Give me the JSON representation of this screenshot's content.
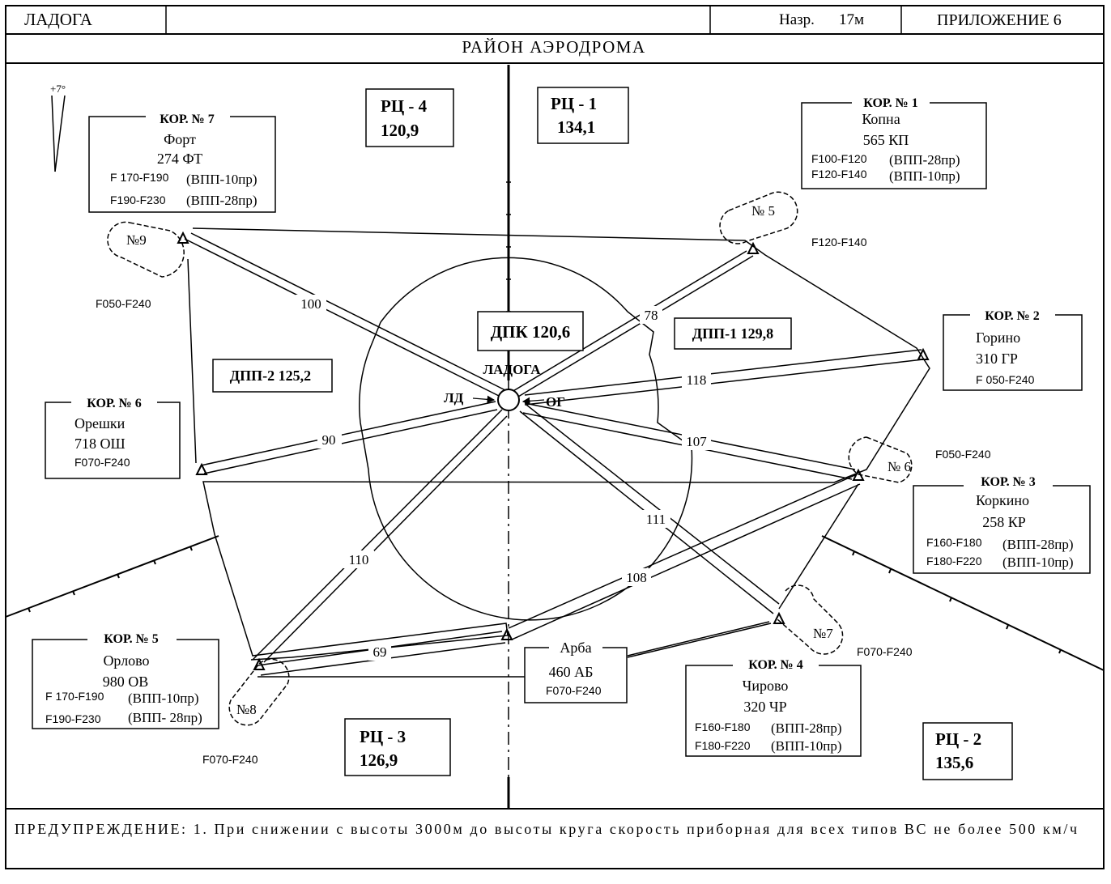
{
  "header": {
    "left": "ЛАДОГА",
    "naz_label": "Назр.",
    "naz_value": "17м",
    "right": "ПРИЛОЖЕНИЕ 6"
  },
  "title": "РАЙОН АЭРОДРОМА",
  "variation": "+7°",
  "center": {
    "name": "ЛАДОГА",
    "ld": "ЛД",
    "og": "ОГ"
  },
  "sectors": [
    {
      "name": "РЦ - 4",
      "freq": "120,9"
    },
    {
      "name": "РЦ - 1",
      "freq": "134,1"
    },
    {
      "name": "РЦ - 3",
      "freq": "126,9"
    },
    {
      "name": "РЦ - 2",
      "freq": "135,6"
    }
  ],
  "dpk": "ДПК 120,6",
  "dpp1": "ДПП-1 129,8",
  "dpp2": "ДПП-2 125,2",
  "kor": [
    {
      "title": "КОР. № 1",
      "name": "Копна",
      "code": "565 КП",
      "l1a": "F100-F120",
      "l1b": "(ВПП-28пр)",
      "l2a": "F120-F140",
      "l2b": "(ВПП-10пр)"
    },
    {
      "title": "КОР. № 2",
      "name": "Горино",
      "code": "310 ГР",
      "l1a": "F 050-F240"
    },
    {
      "title": "КОР. № 3",
      "name": "Коркино",
      "code": "258 КР",
      "l1a": "F160-F180",
      "l1b": "(ВПП-28пр)",
      "l2a": "F180-F220",
      "l2b": "(ВПП-10пр)"
    },
    {
      "title": "КОР. № 4",
      "name": "Чирово",
      "code": "320 ЧР",
      "l1a": "F160-F180",
      "l1b": "(ВПП-28пр)",
      "l2a": "F180-F220",
      "l2b": "(ВПП-10пр)"
    },
    {
      "title": "КОР. № 5",
      "name": "Орлово",
      "code": "980 ОВ",
      "l1a": "F 170-F190",
      "l1b": "(ВПП-10пр)",
      "l2a": "F190-F230",
      "l2b": "(ВПП- 28пр)"
    },
    {
      "title": "КОР. № 6",
      "name": "Орешки",
      "code": "718 ОШ",
      "l1a": "F070-F240"
    },
    {
      "title": "КОР. № 7",
      "name": "Форт",
      "code": "274 ФТ",
      "l1a": "F 170-F190",
      "l1b": "(ВПП-10пр)",
      "l2a": "F190-F230",
      "l2b": "(ВПП-28пр)"
    }
  ],
  "arba": {
    "name": "Арба",
    "code": "460 АБ",
    "levels": "F070-F240"
  },
  "holds": [
    "№9",
    "№ 5",
    "№ 6",
    "№7",
    "№8"
  ],
  "hold_levels": {
    "h9": "F050-F240",
    "h5": "F120-F140",
    "h6": "F050-F240",
    "h7": "F070-F240",
    "h8": "F070-F240"
  },
  "tracks": [
    "100",
    "78",
    "118",
    "90",
    "107",
    "110",
    "111",
    "108",
    "69"
  ],
  "warning": "ПРЕДУПРЕЖДЕНИЕ: 1. При снижении с высоты 3000м до высоты круга скорость приборная для всех типов ВС не более 500 км/ч"
}
